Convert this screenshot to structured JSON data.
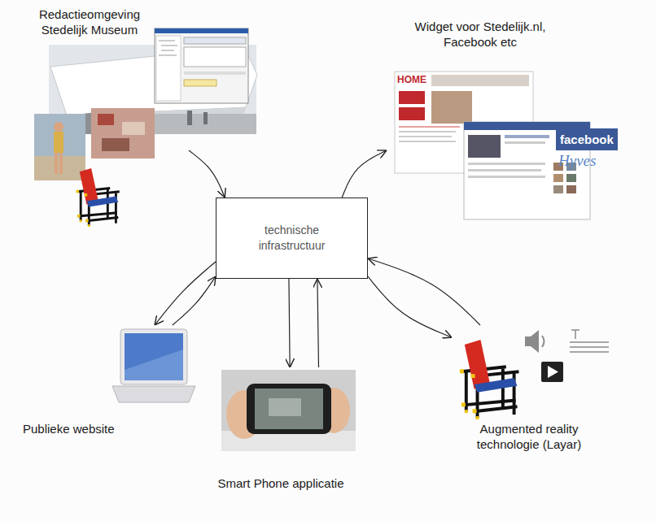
{
  "diagram": {
    "nodes": [
      {
        "text": [
          "Redactieomgeving Stedelijk Museum"
        ]
      },
      {
        "text": [
          "Widget voor Stedelijk.nl, Facebook etc"
        ]
      },
      {
        "text": [
          "technische infrastructuur"
        ]
      },
      {
        "text": [
          "Publieke website"
        ]
      },
      {
        "text": [
          "Smart Phone applicatie"
        ]
      },
      {
        "text": [
          "Augmented reality technologie (Layar)"
        ]
      }
    ],
    "edges": [
      {
        "from": 0,
        "to": 2,
        "arrow": "to"
      },
      {
        "from": 2,
        "to": 1,
        "arrow": "to"
      },
      {
        "from": 2,
        "to": 3,
        "arrow": "to"
      },
      {
        "from": 3,
        "to": 2,
        "arrow": "to"
      },
      {
        "from": 2,
        "to": 4,
        "arrow": "to"
      },
      {
        "from": 4,
        "to": 2,
        "arrow": "to"
      },
      {
        "from": 2,
        "to": 5,
        "arrow": "to"
      },
      {
        "from": 5,
        "to": 2,
        "arrow": "to"
      }
    ],
    "labels": [
      "HOME",
      "facebook",
      "Hyves"
    ]
  }
}
